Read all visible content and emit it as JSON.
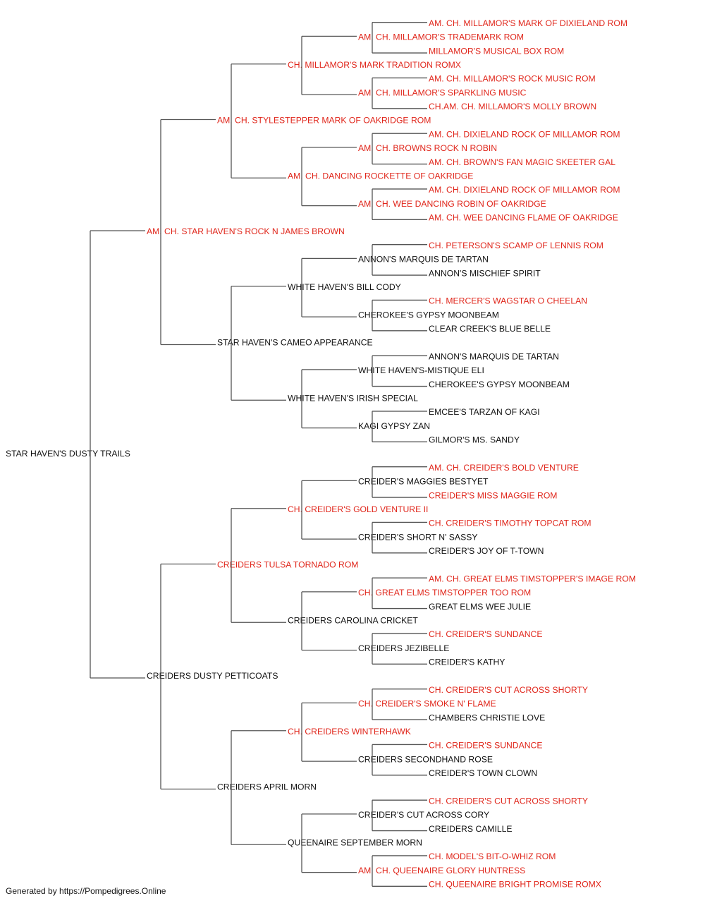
{
  "colors": {
    "champion": "#e0261b",
    "plain": "#111111",
    "line": "#555555"
  },
  "pedigree": {
    "name": "STAR HAVEN'S DUSTY TRAILS",
    "ch": false,
    "sire": {
      "name": "AM. CH. STAR HAVEN'S ROCK N JAMES BROWN",
      "ch": true,
      "sire": {
        "name": "AM. CH. STYLESTEPPER MARK OF OAKRIDGE ROM",
        "ch": true,
        "sire": {
          "name": "CH. MILLAMOR'S MARK TRADITION ROMX",
          "ch": true,
          "sire": {
            "name": "AM. CH. MILLAMOR'S TRADEMARK ROM",
            "ch": true,
            "sire": {
              "name": "AM. CH. MILLAMOR'S MARK OF DIXIELAND ROM",
              "ch": true
            },
            "dam": {
              "name": "MILLAMOR'S MUSICAL BOX ROM",
              "ch": true
            }
          },
          "dam": {
            "name": "AM. CH. MILLAMOR'S SPARKLING MUSIC",
            "ch": true,
            "sire": {
              "name": "AM. CH. MILLAMOR'S ROCK MUSIC ROM",
              "ch": true
            },
            "dam": {
              "name": "CH.AM. CH. MILLAMOR'S MOLLY BROWN",
              "ch": true
            }
          }
        },
        "dam": {
          "name": "AM. CH. DANCING ROCKETTE OF OAKRIDGE",
          "ch": true,
          "sire": {
            "name": "AM. CH. BROWNS ROCK N ROBIN",
            "ch": true,
            "sire": {
              "name": "AM. CH. DIXIELAND ROCK OF MILLAMOR ROM",
              "ch": true
            },
            "dam": {
              "name": "AM. CH. BROWN'S FAN MAGIC SKEETER GAL",
              "ch": true
            }
          },
          "dam": {
            "name": "AM. CH. WEE DANCING ROBIN OF OAKRIDGE",
            "ch": true,
            "sire": {
              "name": "AM. CH. DIXIELAND ROCK OF MILLAMOR ROM",
              "ch": true
            },
            "dam": {
              "name": "AM. CH. WEE DANCING FLAME OF OAKRIDGE",
              "ch": true
            }
          }
        }
      },
      "dam": {
        "name": "STAR HAVEN'S CAMEO APPEARANCE",
        "ch": false,
        "sire": {
          "name": "WHITE HAVEN'S BILL CODY",
          "ch": false,
          "sire": {
            "name": "ANNON'S MARQUIS DE TARTAN",
            "ch": false,
            "sire": {
              "name": "CH. PETERSON'S SCAMP OF LENNIS ROM",
              "ch": true
            },
            "dam": {
              "name": "ANNON'S MISCHIEF SPIRIT",
              "ch": false
            }
          },
          "dam": {
            "name": "CHEROKEE'S GYPSY MOONBEAM",
            "ch": false,
            "sire": {
              "name": "CH. MERCER'S WAGSTAR O CHEELAN",
              "ch": true
            },
            "dam": {
              "name": "CLEAR CREEK'S BLUE BELLE",
              "ch": false
            }
          }
        },
        "dam": {
          "name": "WHITE HAVEN'S IRISH SPECIAL",
          "ch": false,
          "sire": {
            "name": "WHITE HAVEN'S-MISTIQUE ELI",
            "ch": false,
            "sire": {
              "name": "ANNON'S MARQUIS DE TARTAN",
              "ch": false
            },
            "dam": {
              "name": "CHEROKEE'S GYPSY MOONBEAM",
              "ch": false
            }
          },
          "dam": {
            "name": "KAGI GYPSY ZAN",
            "ch": false,
            "sire": {
              "name": "EMCEE'S TARZAN OF KAGI",
              "ch": false
            },
            "dam": {
              "name": "GILMOR'S MS. SANDY",
              "ch": false
            }
          }
        }
      }
    },
    "dam": {
      "name": "CREIDERS DUSTY PETTICOATS",
      "ch": false,
      "sire": {
        "name": "CREIDERS TULSA TORNADO ROM",
        "ch": true,
        "sire": {
          "name": "CH. CREIDER'S GOLD VENTURE II",
          "ch": true,
          "sire": {
            "name": "CREIDER'S MAGGIES BESTYET",
            "ch": false,
            "sire": {
              "name": "AM. CH. CREIDER'S BOLD VENTURE",
              "ch": true
            },
            "dam": {
              "name": "CREIDER'S MISS MAGGIE ROM",
              "ch": true
            }
          },
          "dam": {
            "name": "CREIDER'S SHORT N' SASSY",
            "ch": false,
            "sire": {
              "name": "CH. CREIDER'S TIMOTHY TOPCAT ROM",
              "ch": true
            },
            "dam": {
              "name": "CREIDER'S JOY OF T-TOWN",
              "ch": false
            }
          }
        },
        "dam": {
          "name": "CREIDERS CAROLINA CRICKET",
          "ch": false,
          "sire": {
            "name": "CH. GREAT ELMS TIMSTOPPER TOO ROM",
            "ch": true,
            "sire": {
              "name": "AM. CH. GREAT ELMS TIMSTOPPER'S IMAGE ROM",
              "ch": true
            },
            "dam": {
              "name": "GREAT ELMS WEE JULIE",
              "ch": false
            }
          },
          "dam": {
            "name": "CREIDERS JEZIBELLE",
            "ch": false,
            "sire": {
              "name": "CH. CREIDER'S SUNDANCE",
              "ch": true
            },
            "dam": {
              "name": "CREIDER'S KATHY",
              "ch": false
            }
          }
        }
      },
      "dam": {
        "name": "CREIDERS APRIL MORN",
        "ch": false,
        "sire": {
          "name": "CH. CREIDERS WINTERHAWK",
          "ch": true,
          "sire": {
            "name": "CH. CREIDER'S SMOKE N' FLAME",
            "ch": true,
            "sire": {
              "name": "CH. CREIDER'S CUT ACROSS SHORTY",
              "ch": true
            },
            "dam": {
              "name": "CHAMBERS CHRISTIE LOVE",
              "ch": false
            }
          },
          "dam": {
            "name": "CREIDERS SECONDHAND ROSE",
            "ch": false,
            "sire": {
              "name": "CH. CREIDER'S SUNDANCE",
              "ch": true
            },
            "dam": {
              "name": "CREIDER'S TOWN CLOWN",
              "ch": false
            }
          }
        },
        "dam": {
          "name": "QUEENAIRE SEPTEMBER MORN",
          "ch": false,
          "sire": {
            "name": "CREIDER'S CUT ACROSS CORY",
            "ch": false,
            "sire": {
              "name": "CH. CREIDER'S CUT ACROSS SHORTY",
              "ch": true
            },
            "dam": {
              "name": "CREIDERS CAMILLE",
              "ch": false
            }
          },
          "dam": {
            "name": "AM. CH. QUEENAIRE GLORY HUNTRESS",
            "ch": true,
            "sire": {
              "name": "CH. MODEL'S BIT-O-WHIZ ROM",
              "ch": true
            },
            "dam": {
              "name": "CH. QUEENAIRE BRIGHT PROMISE ROMX",
              "ch": true
            }
          }
        }
      }
    }
  },
  "footer": "Generated by https://Pompedigrees.Online"
}
